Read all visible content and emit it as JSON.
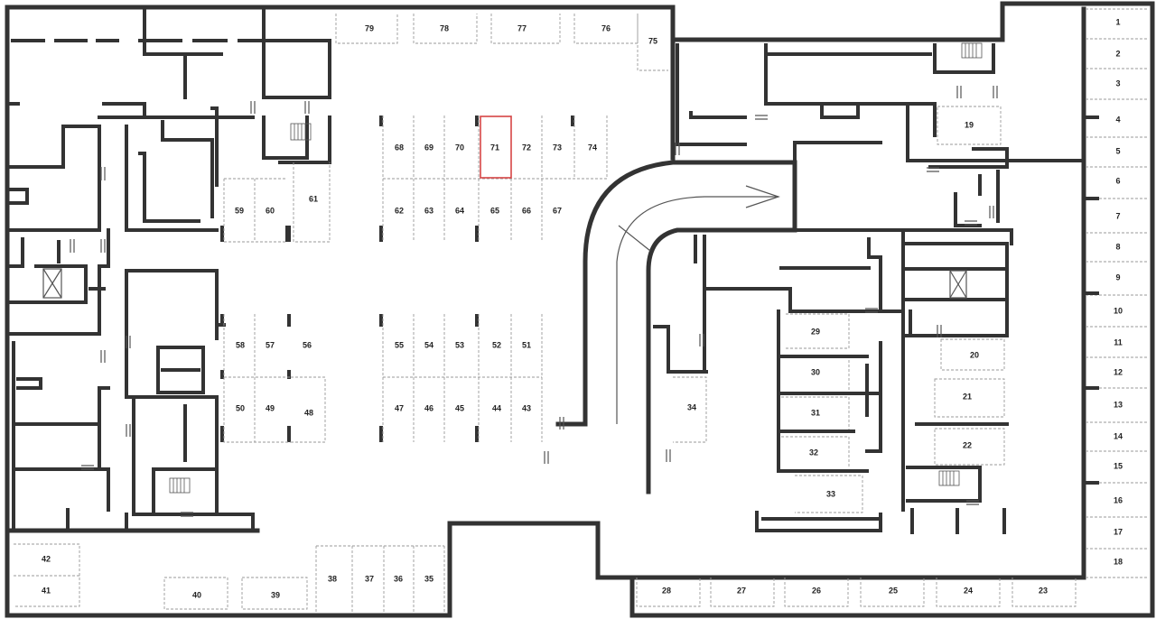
{
  "spots": [
    {
      "id": "spot-1",
      "label": "1"
    },
    {
      "id": "spot-2",
      "label": "2"
    },
    {
      "id": "spot-3",
      "label": "3"
    },
    {
      "id": "spot-4",
      "label": "4"
    },
    {
      "id": "spot-5",
      "label": "5"
    },
    {
      "id": "spot-6",
      "label": "6"
    },
    {
      "id": "spot-7",
      "label": "7"
    },
    {
      "id": "spot-8",
      "label": "8"
    },
    {
      "id": "spot-9",
      "label": "9"
    },
    {
      "id": "spot-10",
      "label": "10"
    },
    {
      "id": "spot-11",
      "label": "11"
    },
    {
      "id": "spot-12",
      "label": "12"
    },
    {
      "id": "spot-13",
      "label": "13"
    },
    {
      "id": "spot-14",
      "label": "14"
    },
    {
      "id": "spot-15",
      "label": "15"
    },
    {
      "id": "spot-16",
      "label": "16"
    },
    {
      "id": "spot-17",
      "label": "17"
    },
    {
      "id": "spot-18",
      "label": "18"
    },
    {
      "id": "spot-19",
      "label": "19"
    },
    {
      "id": "spot-20",
      "label": "20"
    },
    {
      "id": "spot-21",
      "label": "21"
    },
    {
      "id": "spot-22",
      "label": "22"
    },
    {
      "id": "spot-23",
      "label": "23"
    },
    {
      "id": "spot-24",
      "label": "24"
    },
    {
      "id": "spot-25",
      "label": "25"
    },
    {
      "id": "spot-26",
      "label": "26"
    },
    {
      "id": "spot-27",
      "label": "27"
    },
    {
      "id": "spot-28",
      "label": "28"
    },
    {
      "id": "spot-29",
      "label": "29"
    },
    {
      "id": "spot-30",
      "label": "30"
    },
    {
      "id": "spot-31",
      "label": "31"
    },
    {
      "id": "spot-32",
      "label": "32"
    },
    {
      "id": "spot-33",
      "label": "33"
    },
    {
      "id": "spot-34",
      "label": "34"
    },
    {
      "id": "spot-35",
      "label": "35"
    },
    {
      "id": "spot-36",
      "label": "36"
    },
    {
      "id": "spot-37",
      "label": "37"
    },
    {
      "id": "spot-38",
      "label": "38"
    },
    {
      "id": "spot-39",
      "label": "39"
    },
    {
      "id": "spot-40",
      "label": "40"
    },
    {
      "id": "spot-41",
      "label": "41"
    },
    {
      "id": "spot-42",
      "label": "42"
    },
    {
      "id": "spot-43",
      "label": "43"
    },
    {
      "id": "spot-44",
      "label": "44"
    },
    {
      "id": "spot-45",
      "label": "45"
    },
    {
      "id": "spot-46",
      "label": "46"
    },
    {
      "id": "spot-47",
      "label": "47"
    },
    {
      "id": "spot-48",
      "label": "48"
    },
    {
      "id": "spot-49",
      "label": "49"
    },
    {
      "id": "spot-50",
      "label": "50"
    },
    {
      "id": "spot-51",
      "label": "51"
    },
    {
      "id": "spot-52",
      "label": "52"
    },
    {
      "id": "spot-53",
      "label": "53"
    },
    {
      "id": "spot-54",
      "label": "54"
    },
    {
      "id": "spot-55",
      "label": "55"
    },
    {
      "id": "spot-56",
      "label": "56"
    },
    {
      "id": "spot-57",
      "label": "57"
    },
    {
      "id": "spot-58",
      "label": "58"
    },
    {
      "id": "spot-59",
      "label": "59"
    },
    {
      "id": "spot-60",
      "label": "60"
    },
    {
      "id": "spot-61",
      "label": "61"
    },
    {
      "id": "spot-62",
      "label": "62"
    },
    {
      "id": "spot-63",
      "label": "63"
    },
    {
      "id": "spot-64",
      "label": "64"
    },
    {
      "id": "spot-65",
      "label": "65"
    },
    {
      "id": "spot-66",
      "label": "66"
    },
    {
      "id": "spot-67",
      "label": "67"
    },
    {
      "id": "spot-68",
      "label": "68"
    },
    {
      "id": "spot-69",
      "label": "69"
    },
    {
      "id": "spot-70",
      "label": "70"
    },
    {
      "id": "spot-71",
      "label": "71"
    },
    {
      "id": "spot-72",
      "label": "72"
    },
    {
      "id": "spot-73",
      "label": "73"
    },
    {
      "id": "spot-74",
      "label": "74"
    },
    {
      "id": "spot-75",
      "label": "75"
    },
    {
      "id": "spot-76",
      "label": "76"
    },
    {
      "id": "spot-77",
      "label": "77"
    },
    {
      "id": "spot-78",
      "label": "78"
    },
    {
      "id": "spot-79",
      "label": "79"
    }
  ],
  "selected_spot": "71",
  "colors": {
    "wall": "#333333",
    "highlight": "#d64545",
    "spot_outline": "#9a9a9a",
    "background": "#ffffff"
  },
  "icons": [
    "staircase-icon",
    "ramp-arrow-icon",
    "door-icon"
  ]
}
